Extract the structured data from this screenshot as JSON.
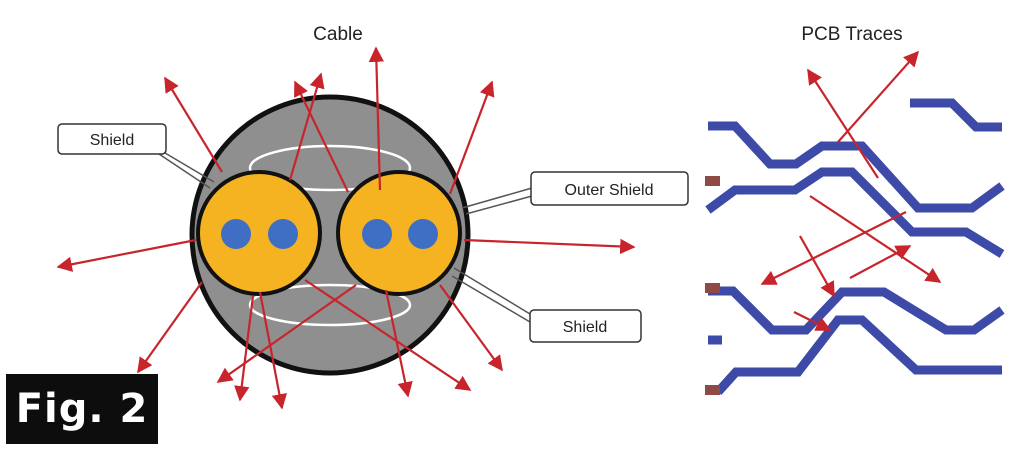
{
  "labels": {
    "cable_title": "Cable",
    "pcb_title": "PCB Traces",
    "shield_left": "Shield",
    "outer_shield": "Outer Shield",
    "shield_bottom": "Shield"
  },
  "figure_tag": "Fig. 2",
  "colors": {
    "radiation": "#c8242c",
    "trace": "#3d4aa8",
    "cable_jacket": "#8f8f8f",
    "conductor_shield": "#f5b321",
    "conductor": "#3f6fc4",
    "pad": "#8e4a44"
  }
}
